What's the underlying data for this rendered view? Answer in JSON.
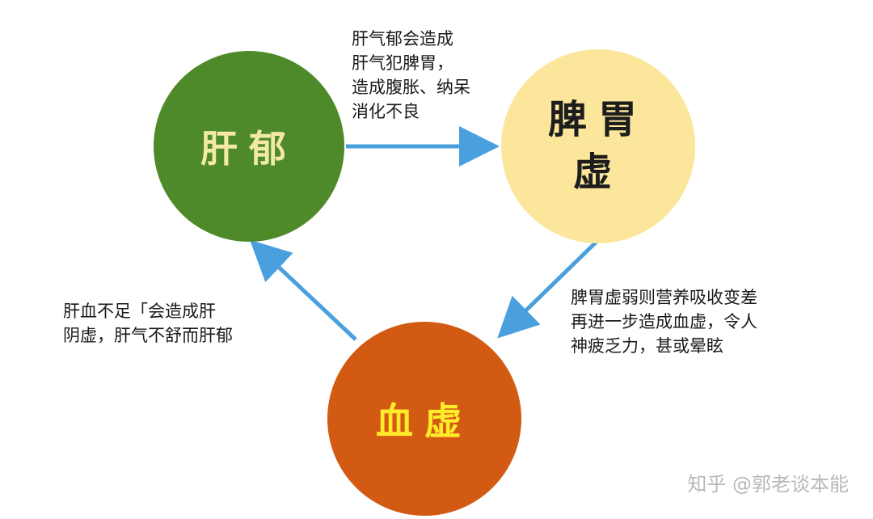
{
  "nodes": {
    "liver": {
      "label": "肝郁",
      "color": "#4e8a2a"
    },
    "spleen": {
      "label": "脾胃\n虚",
      "color": "#fbe69b"
    },
    "blood": {
      "label": "血虚",
      "color": "#d25a12"
    }
  },
  "labels": {
    "liver_to_spleen": "肝气郁会造成\n肝气犯脾胃，\n造成腹胀、纳呆\n消化不良",
    "spleen_to_blood": "脾胃虚弱则营养吸收变差\n再进一步造成血虚，令人\n神疲乏力，甚或晕眩",
    "blood_to_liver": "肝血不足「会造成肝\n阴虚，肝气不舒而肝郁"
  },
  "arrow_color": "#4a9fde",
  "watermark": "知乎 @郭老谈本能"
}
